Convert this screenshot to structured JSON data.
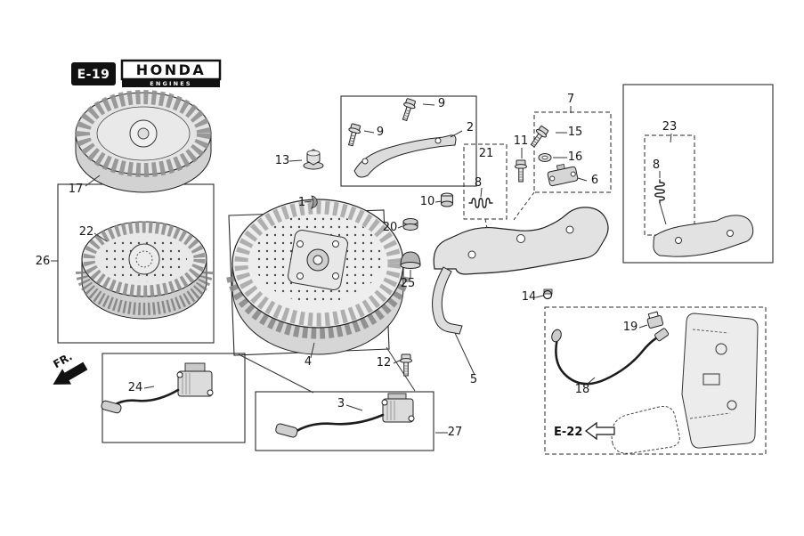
{
  "header": {
    "page_code": "E-19",
    "brand": "HONDA",
    "brand_subtitle": "ENGINES"
  },
  "annotations": {
    "front_marker": "FR.",
    "reference_marker": "E-22"
  },
  "colors": {
    "line": "#222222",
    "badge_bg": "#111111",
    "part_fill": "#e6e6e6"
  },
  "callouts": [
    {
      "ref": "1"
    },
    {
      "ref": "2"
    },
    {
      "ref": "3"
    },
    {
      "ref": "4"
    },
    {
      "ref": "5"
    },
    {
      "ref": "6"
    },
    {
      "ref": "7"
    },
    {
      "ref": "8"
    },
    {
      "ref": "8"
    },
    {
      "ref": "9"
    },
    {
      "ref": "9"
    },
    {
      "ref": "10"
    },
    {
      "ref": "11"
    },
    {
      "ref": "12"
    },
    {
      "ref": "13"
    },
    {
      "ref": "14"
    },
    {
      "ref": "15"
    },
    {
      "ref": "16"
    },
    {
      "ref": "17"
    },
    {
      "ref": "18"
    },
    {
      "ref": "19"
    },
    {
      "ref": "20"
    },
    {
      "ref": "21"
    },
    {
      "ref": "22"
    },
    {
      "ref": "23"
    },
    {
      "ref": "24"
    },
    {
      "ref": "25"
    },
    {
      "ref": "26"
    },
    {
      "ref": "27"
    }
  ]
}
